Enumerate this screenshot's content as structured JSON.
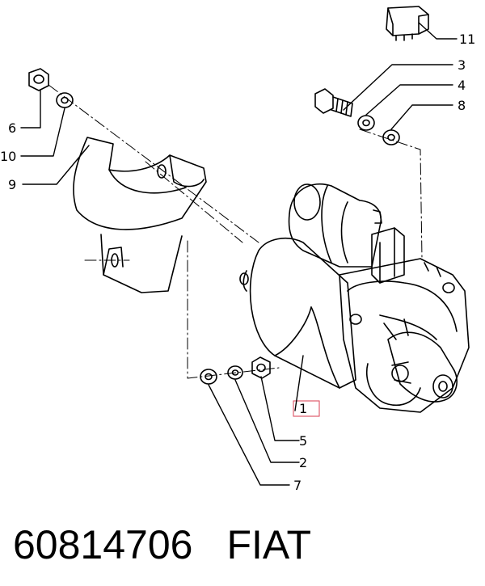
{
  "callouts": {
    "c1": "1",
    "c2": "2",
    "c3": "3",
    "c4": "4",
    "c5": "5",
    "c6": "6",
    "c7": "7",
    "c8": "8",
    "c9": "9",
    "c10": "10",
    "c11": "11"
  },
  "caption": {
    "part_number": "60814706",
    "brand": "FIAT"
  },
  "colors": {
    "line": "#000000",
    "highlight": "#e06070"
  }
}
